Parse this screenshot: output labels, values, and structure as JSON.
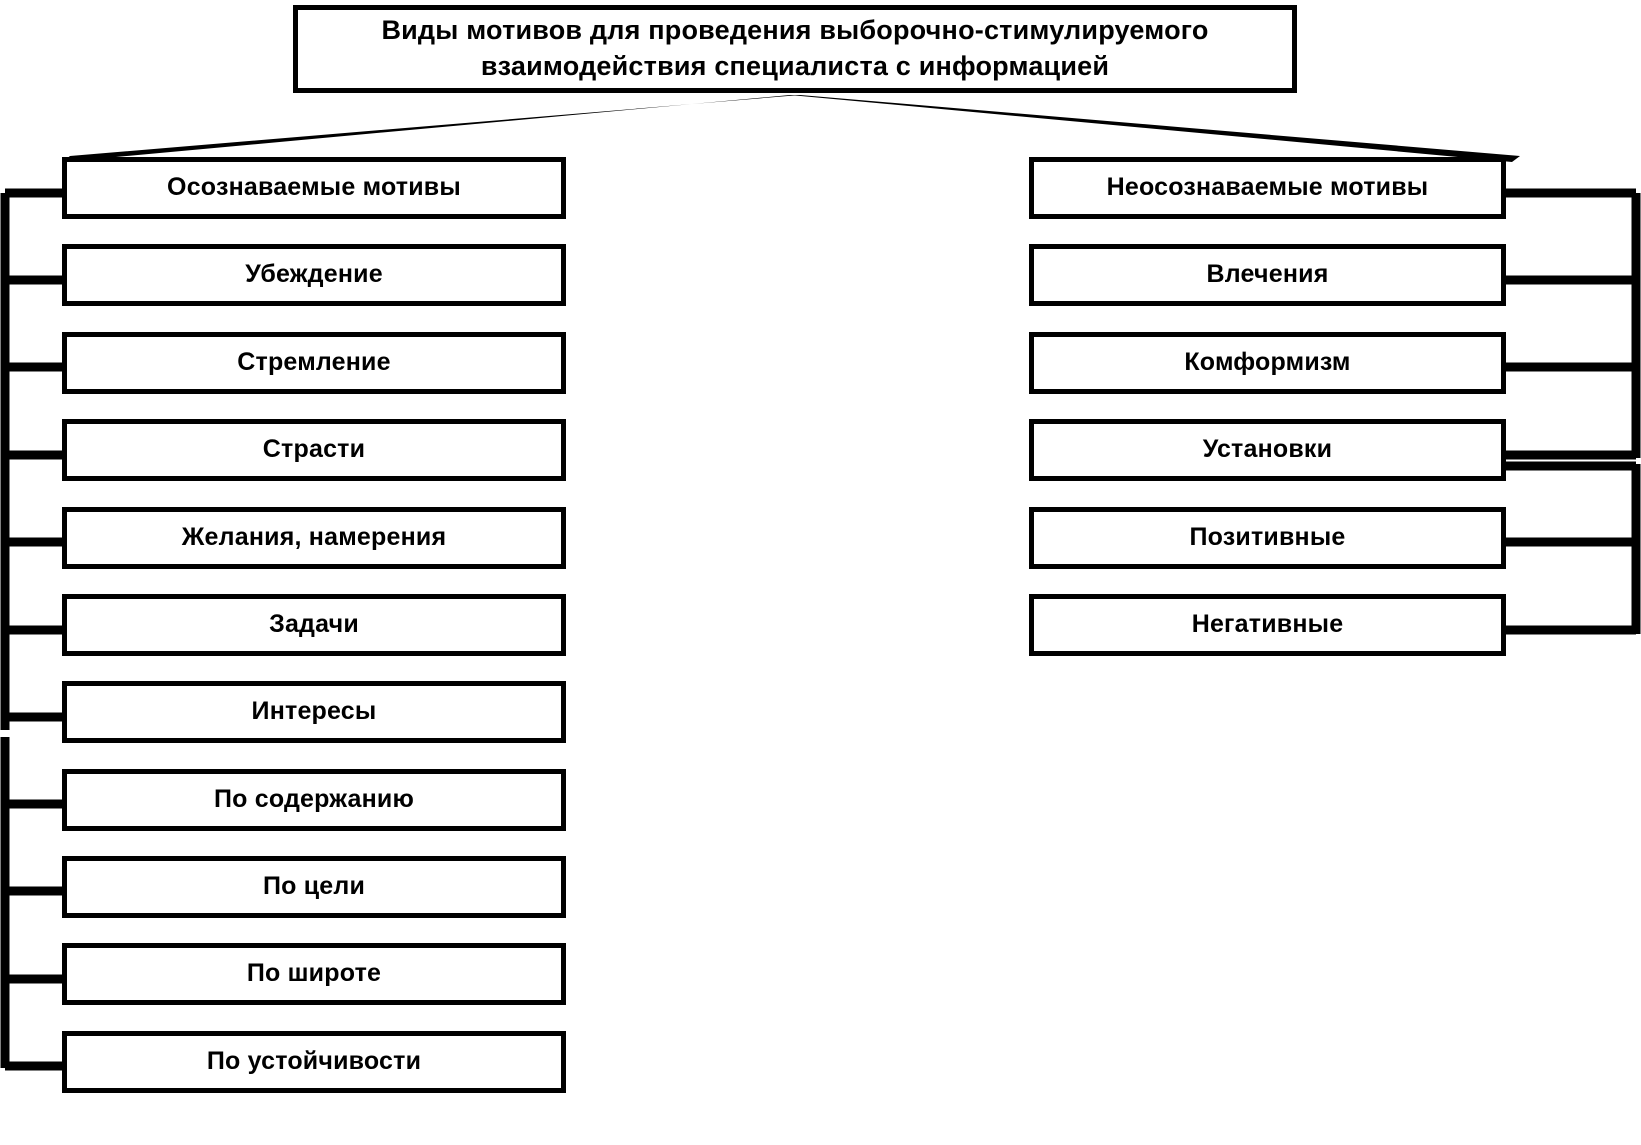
{
  "diagram": {
    "type": "hierarchy-tree",
    "title": "Виды мотивов для проведения выборочно-стимулируемого взаимодействия специалиста с информацией",
    "title_line1": "Виды мотивов для проведения выборочно-стимулируемого",
    "title_line2": "взаимодействия специалиста с информацией",
    "colors": {
      "stroke": "#000000",
      "fill": "#ffffff",
      "text": "#000000"
    },
    "branches": [
      {
        "id": "left",
        "side": "left",
        "heading": "Осознаваемые мотивы",
        "nodes": [
          {
            "label": "Осознаваемые мотивы"
          },
          {
            "label": "Убеждение"
          },
          {
            "label": "Стремление"
          },
          {
            "label": "Страсти"
          },
          {
            "label": "Желания, намерения"
          },
          {
            "label": "Задачи"
          },
          {
            "label": "Интересы"
          },
          {
            "label": "По содержанию"
          },
          {
            "label": "По цели"
          },
          {
            "label": "По широте"
          },
          {
            "label": "По устойчивости"
          }
        ]
      },
      {
        "id": "right",
        "side": "right",
        "heading": "Неосознаваемые мотивы",
        "nodes": [
          {
            "label": "Неосознаваемые мотивы"
          },
          {
            "label": "Влечения"
          },
          {
            "label": "Комформизм"
          },
          {
            "label": "Установки"
          },
          {
            "label": "Позитивные"
          },
          {
            "label": "Негативные"
          }
        ]
      }
    ]
  }
}
